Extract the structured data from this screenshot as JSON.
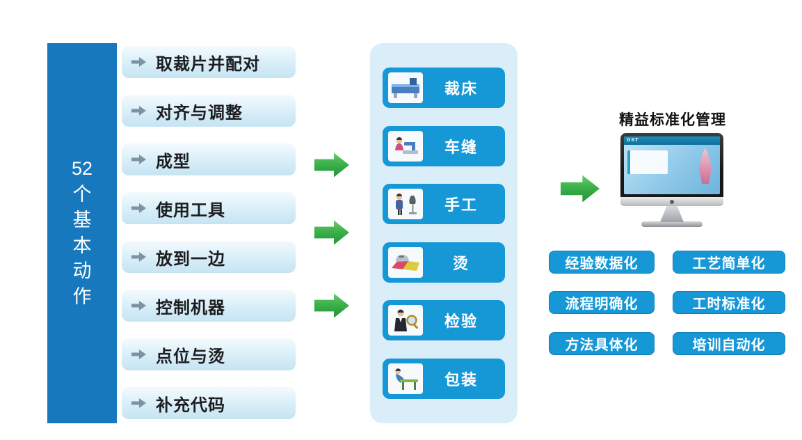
{
  "left_bar": {
    "chars": [
      "52",
      "个",
      "基",
      "本",
      "动",
      "作"
    ]
  },
  "actions": [
    "取裁片并配对",
    "对齐与调整",
    "成型",
    "使用工具",
    "放到一边",
    "控制机器",
    "点位与烫",
    "补充代码"
  ],
  "process_steps": [
    {
      "label": "裁床",
      "icon": "cutting-machine-icon"
    },
    {
      "label": "车缝",
      "icon": "sewing-worker-icon"
    },
    {
      "label": "手工",
      "icon": "handwork-tailor-icon"
    },
    {
      "label": "烫",
      "icon": "ironing-icon"
    },
    {
      "label": "检验",
      "icon": "inspection-magnifier-icon"
    },
    {
      "label": "包装",
      "icon": "packing-worker-icon"
    }
  ],
  "management": {
    "title": "精益标准化管理",
    "screen_brand": "GST",
    "badges": [
      "经验数据化",
      "工艺简单化",
      "流程明确化",
      "工时标准化",
      "方法具体化",
      "培训自动化"
    ]
  },
  "colors": {
    "dark_blue_bar": "#1878BE",
    "button_blue": "#1697D6",
    "panel_light_blue": "#D9EEF8",
    "row_gradient_blue": "#C5E4F2",
    "arrow_green": "#3CB14B",
    "row_arrow_gray": "#7B93A5"
  }
}
